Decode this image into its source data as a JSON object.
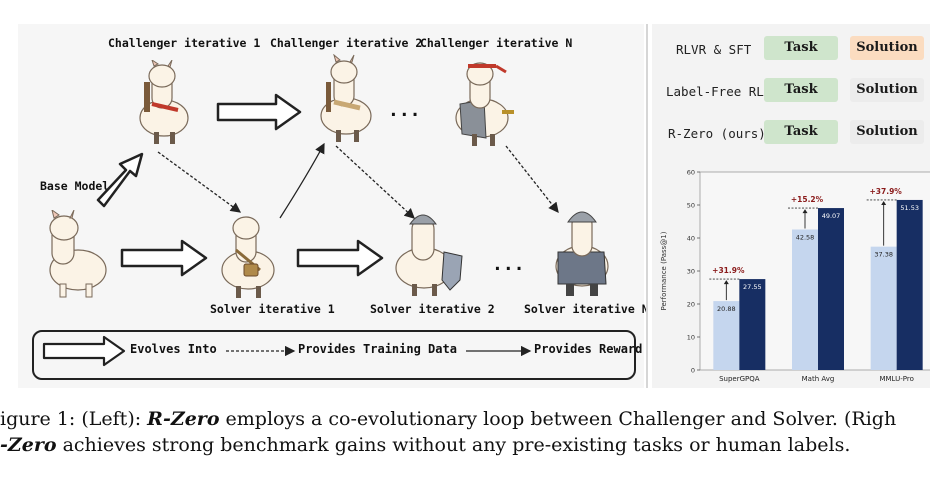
{
  "diagram": {
    "challenger_labels": [
      "Challenger iterative 1",
      "Challenger iterative 2",
      "Challenger iterative N"
    ],
    "solver_labels": [
      "Solver iterative 1",
      "Solver iterative 2",
      "Solver iterative N"
    ],
    "base_label": "Base Model",
    "ellipsis": "...",
    "legend": {
      "evolves": "Evolves Into",
      "training": "Provides Training Data",
      "reward": "Provides Reward"
    }
  },
  "table": {
    "rows": [
      {
        "label": "RLVR & SFT",
        "task": "Task",
        "solution": "Solution",
        "solution_color": "#fbdcc0"
      },
      {
        "label": "Label-Free RL",
        "task": "Task",
        "solution": "Solution",
        "solution_color": "#ececec"
      },
      {
        "label": "R-Zero (ours)",
        "task": "Task",
        "solution": "Solution",
        "solution_color": "#ececec"
      }
    ]
  },
  "chart_data": {
    "type": "bar",
    "categories": [
      "SuperGPQA",
      "Math Avg",
      "MMLU-Pro"
    ],
    "series": [
      {
        "values": [
          20.88,
          42.58,
          37.38
        ],
        "color": "#c5d6ee"
      },
      {
        "values": [
          27.55,
          49.07,
          51.53
        ],
        "color": "#172e63"
      }
    ],
    "gains": [
      "+31.9%",
      "+15.2%",
      "+37.9%"
    ],
    "ylabel": "Performance (Pass@1)",
    "ylim": [
      0,
      60
    ],
    "yticks": [
      0,
      10,
      20,
      30,
      40,
      50,
      60
    ],
    "gain_color": "#8a1a1a"
  },
  "caption": {
    "line1_pre": "igure 1: (Left): ",
    "line1_em": "R-Zero",
    "line1_post": " employs a co-evolutionary loop between Challenger and Solver. (Righ",
    "line2_em": "-Zero",
    "line2_post": " achieves strong benchmark gains without any pre-existing tasks or human labels."
  }
}
